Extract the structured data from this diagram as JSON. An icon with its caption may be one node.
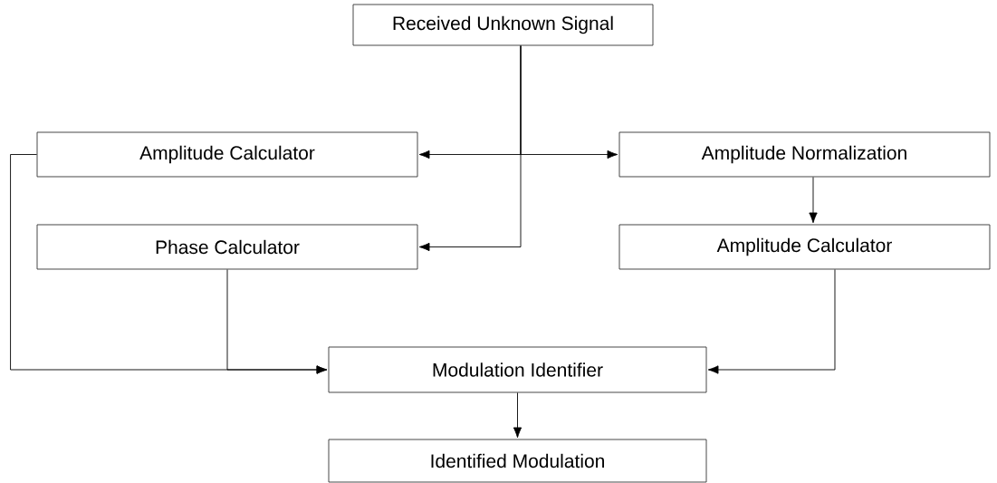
{
  "diagram": {
    "nodes": [
      {
        "text": [
          "Received Unknown Signal"
        ]
      },
      {
        "text": [
          "Amplitude Calculator"
        ]
      },
      {
        "text": [
          "Amplitude Normalization"
        ]
      },
      {
        "text": [
          "Phase Calculator"
        ]
      },
      {
        "text": [
          "Amplitude Calculator"
        ]
      },
      {
        "text": [
          "Modulation Identifier"
        ]
      },
      {
        "text": [
          "Identified Modulation"
        ]
      }
    ],
    "edges": [
      {
        "from": 0,
        "to": 1,
        "arrow": "to"
      },
      {
        "from": 0,
        "to": 2,
        "arrow": "to"
      },
      {
        "from": 0,
        "to": 3,
        "arrow": "to"
      },
      {
        "from": 2,
        "to": 4,
        "arrow": "to"
      },
      {
        "from": 1,
        "to": 5,
        "arrow": "to"
      },
      {
        "from": 3,
        "to": 5,
        "arrow": "to"
      },
      {
        "from": 4,
        "to": 5,
        "arrow": "to"
      },
      {
        "from": 5,
        "to": 6,
        "arrow": "to"
      }
    ]
  }
}
